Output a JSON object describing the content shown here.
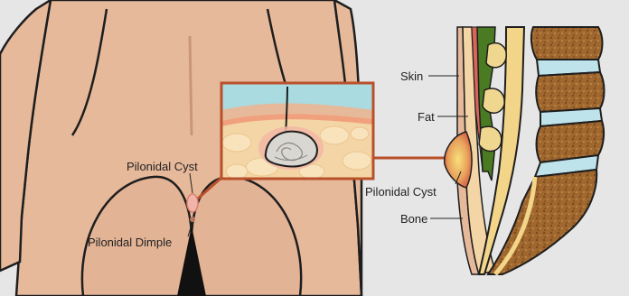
{
  "labels": {
    "pilonidal_cyst_body": "Pilonidal Cyst",
    "pilonidal_dimple": "Pilonidal Dimple",
    "skin": "Skin",
    "fat": "Fat",
    "pilonidal_cyst_spine": "Pilonidal Cyst",
    "bone": "Bone"
  },
  "colors": {
    "background": "#e6e6e6",
    "body_skin": "#e7b99b",
    "body_shadow": "#d49f82",
    "outline": "#1e1e1e",
    "inset_border": "#b9502b",
    "inset_sky": "#a9dbe0",
    "fat": "#f4d6a6",
    "cyst": "#f1c6c0",
    "bone": "#a0682f",
    "disc": "#bfe3ea",
    "muscle": "#4a7a22",
    "spinal_cord": "#f3d589",
    "sacrum": "#efd790",
    "cyst_spine": "#e7a15c"
  }
}
